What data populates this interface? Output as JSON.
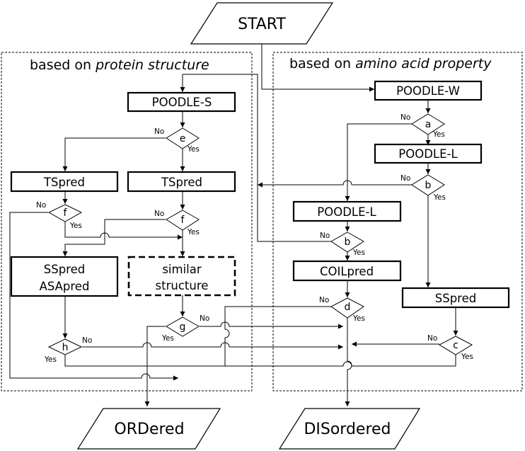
{
  "terminals": {
    "start": "START",
    "ordered": "ORDered",
    "disordered": "DISordered"
  },
  "regions": {
    "left_prefix": "based on ",
    "left_emphasis": "protein structure",
    "right_prefix": "based on ",
    "right_emphasis": "amino acid property"
  },
  "boxes": {
    "poodle_s": "POODLE-S",
    "poodle_w": "POODLE-W",
    "poodle_l_right": "POODLE-L",
    "poodle_l_mid": "POODLE-L",
    "tspred_left": "TSpred",
    "tspred_right": "TSpred",
    "sspred_asapred_line1": "SSpred",
    "sspred_asapred_line2": "ASApred",
    "similar_line1": "similar",
    "similar_line2": "structure",
    "coilpred": "COILpred",
    "sspred_right": "SSpred"
  },
  "decisions": {
    "a": "a",
    "b_right": "b",
    "b_mid": "b",
    "c": "c",
    "d": "d",
    "e": "e",
    "f_left": "f",
    "f_right": "f",
    "g": "g",
    "h": "h"
  },
  "labels": {
    "yes": "Yes",
    "no": "No"
  }
}
